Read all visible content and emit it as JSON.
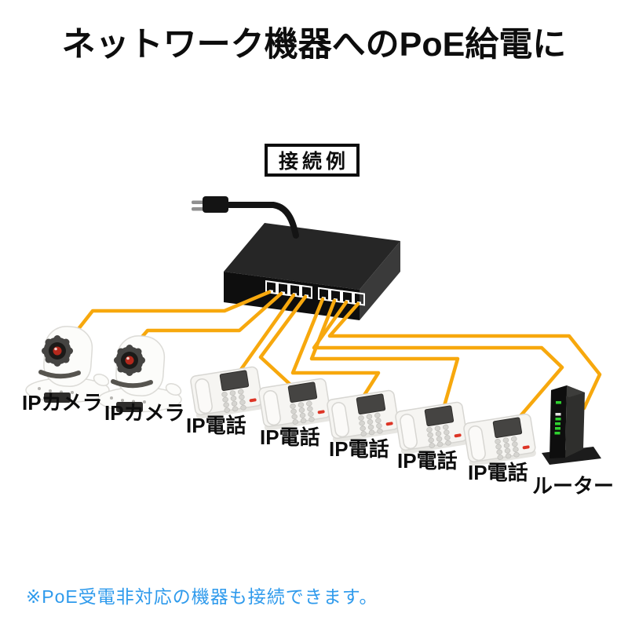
{
  "title": "ネットワーク機器へのPoE給電に",
  "caption": "接続例",
  "devices": [
    {
      "id": "ip-camera-1",
      "type": "ip-camera",
      "label": "IPカメラ"
    },
    {
      "id": "ip-camera-2",
      "type": "ip-camera",
      "label": "IPカメラ"
    },
    {
      "id": "ip-phone-1",
      "type": "ip-phone",
      "label": "IP電話"
    },
    {
      "id": "ip-phone-2",
      "type": "ip-phone",
      "label": "IP電話"
    },
    {
      "id": "ip-phone-3",
      "type": "ip-phone",
      "label": "IP電話"
    },
    {
      "id": "ip-phone-4",
      "type": "ip-phone",
      "label": "IP電話"
    },
    {
      "id": "ip-phone-5",
      "type": "ip-phone",
      "label": "IP電話"
    },
    {
      "id": "router",
      "type": "router",
      "label": "ルーター"
    }
  ],
  "note": "※PoE受電非対応の機器も接続できます。",
  "colors": {
    "cable": "#F7A80D",
    "note_text": "#2E9AEC",
    "switch_body": "#141414",
    "led_green": "#2FD12F",
    "phone_led_red": "#DD3526",
    "camera_lens_red": "#B3281C"
  }
}
